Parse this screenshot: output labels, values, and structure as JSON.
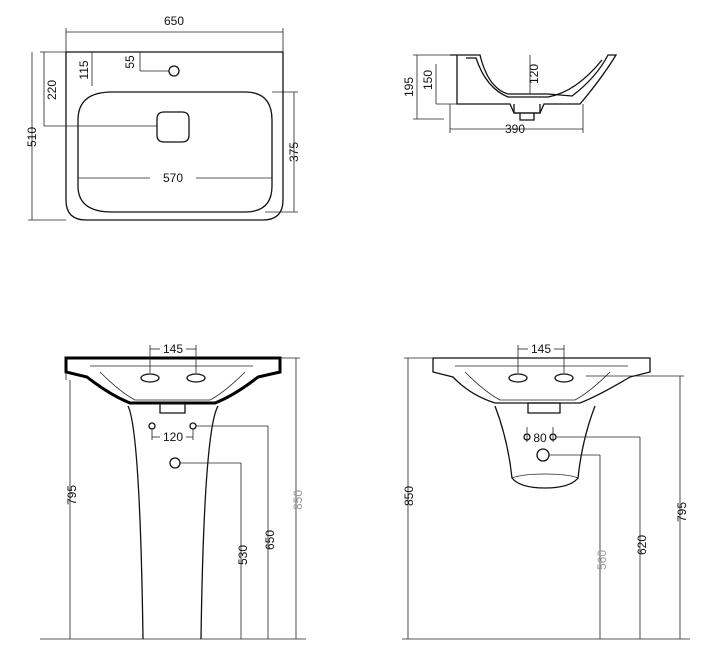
{
  "top_view": {
    "width": "650",
    "hole_offset": "55",
    "hole_from_top": "115",
    "bowl_from_top": "220",
    "depth": "510",
    "bowl_width": "570",
    "bowl_depth": "375"
  },
  "side_view": {
    "height": "195",
    "bowl_height": "150",
    "drain_depth": "120",
    "bowl_length": "390"
  },
  "pedestal_view": {
    "tap_spacing": "145",
    "fixing_spacing": "120",
    "rim_height": "795",
    "waste_height": "530",
    "fixing_height": "650",
    "total_height": "850"
  },
  "wall_hung_view": {
    "tap_spacing": "145",
    "fixing_spacing": "80",
    "total_height": "850",
    "waste_height": "560",
    "fixing_height": "620",
    "rim_height": "795"
  }
}
